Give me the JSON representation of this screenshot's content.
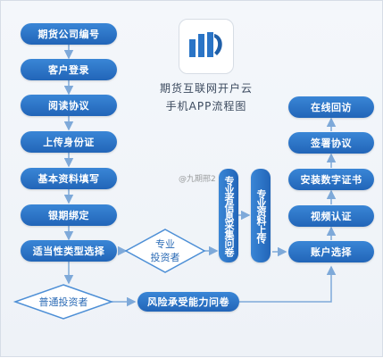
{
  "title": {
    "line1": "期货互联网开户云",
    "line2": "手机APP流程图"
  },
  "logo": {
    "icon": "app-logo-icon"
  },
  "watermark": "@九期邢2",
  "left_column": [
    "期货公司编号",
    "客户登录",
    "阅读协议",
    "上传身份证",
    "基本资料填写",
    "银期绑定",
    "适当性类型选择"
  ],
  "diamonds": {
    "professional": [
      "专业",
      "投资者"
    ],
    "ordinary": "普通投资者"
  },
  "vertical": {
    "collect": "专业者信息采集问卷",
    "upload": "专业资料上传"
  },
  "risk_survey": "风险承受能力问卷",
  "right_column": [
    "在线回访",
    "签署协议",
    "安装数字证书",
    "视频认证",
    "账户选择"
  ],
  "colors": {
    "node": "#2a74c6",
    "line": "#7ea9d9",
    "diamond_stroke": "#4d8fd6"
  }
}
